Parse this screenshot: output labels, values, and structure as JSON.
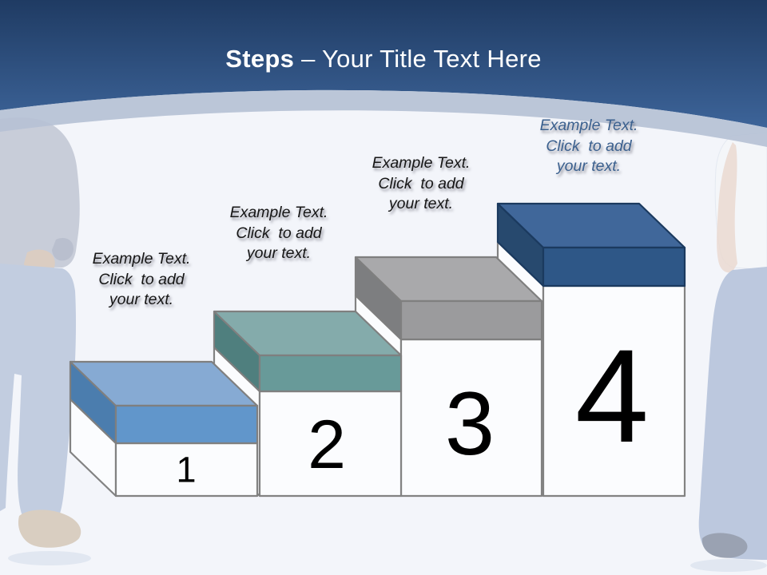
{
  "slide": {
    "title": {
      "highlight": "Steps",
      "rest": "– Your Title Text Here"
    },
    "background_color": "#f3f5fa",
    "header": {
      "gradient_top": "#1f3b63",
      "gradient_bottom": "#3d6499",
      "band_color": "#b6c1d5"
    },
    "box": {
      "face_color": "#fbfcfe",
      "outline_color": "#828282"
    },
    "figures": {
      "left": "man in gray sweater and jeans, hands in pockets",
      "right": "woman in white top and jeans, hand in pocket"
    }
  },
  "steps": [
    {
      "number": "1",
      "label_lines": [
        "Example Text.",
        "Click  to add",
        "your text."
      ],
      "label_color": "#161616",
      "colors": {
        "top": "#86aad3",
        "front": "#6196cb",
        "side": "#4b7dae",
        "outline": "#7f7f7f"
      }
    },
    {
      "number": "2",
      "label_lines": [
        "Example Text.",
        "Click  to add",
        "your text."
      ],
      "label_color": "#161616",
      "colors": {
        "top": "#84abab",
        "front": "#689a99",
        "side": "#4f7f7e",
        "outline": "#7f7f7f"
      }
    },
    {
      "number": "3",
      "label_lines": [
        "Example Text.",
        "Click  to add",
        "your text."
      ],
      "label_color": "#161616",
      "colors": {
        "top": "#a9a9ab",
        "front": "#9b9b9d",
        "side": "#7d7e80",
        "outline": "#7f7f7f"
      }
    },
    {
      "number": "4",
      "label_lines": [
        "Example Text.",
        "Click  to add",
        "your text."
      ],
      "label_color": "#3c618f",
      "colors": {
        "top": "#40679a",
        "front": "#2e5787",
        "side": "#27496e",
        "outline": "#1b3a5f"
      }
    }
  ]
}
